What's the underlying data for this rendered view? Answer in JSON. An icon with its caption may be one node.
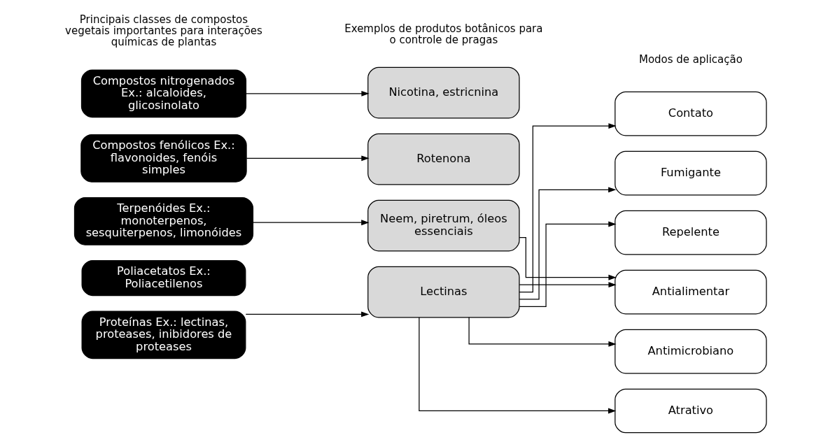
{
  "diagram": {
    "nodes": [
      {
        "text": [
          "Compostos nitrogenados Ex.: alcaloides, glicosinolato"
        ]
      },
      {
        "text": [
          "Compostos fenólicos Ex.: flavonoides, fenóis simples"
        ]
      },
      {
        "text": [
          "Terpenóides Ex.: monoterpenos, sesquiterpenos, limonóides"
        ]
      },
      {
        "text": [
          "Poliacetatos Ex.: Poliacetilenos"
        ]
      },
      {
        "text": [
          "Proteínas Ex.: lectinas, proteases, inibidores de proteases"
        ]
      },
      {
        "text": [
          "Nicotina, estricnina"
        ]
      },
      {
        "text": [
          "Rotenona"
        ]
      },
      {
        "text": [
          "Neem, piretrum, óleos essenciais"
        ]
      },
      {
        "text": [
          "Lectinas"
        ]
      },
      {
        "text": [
          "Contato"
        ]
      },
      {
        "text": [
          "Fumigante"
        ]
      },
      {
        "text": [
          "Repelente"
        ]
      },
      {
        "text": [
          "Antialimentar"
        ]
      },
      {
        "text": [
          "Antimicrobiano"
        ]
      },
      {
        "text": [
          "Atrativo"
        ]
      }
    ],
    "edges": [
      {
        "from": 0,
        "to": 5,
        "arrow": "to"
      },
      {
        "from": 1,
        "to": 6,
        "arrow": "to"
      },
      {
        "from": 2,
        "to": 7,
        "arrow": "to"
      },
      {
        "from": 4,
        "to": 8,
        "arrow": "to"
      },
      {
        "from": 7,
        "to": 12,
        "arrow": "to"
      },
      {
        "from": 8,
        "to": 9,
        "arrow": "to"
      },
      {
        "from": 8,
        "to": 10,
        "arrow": "to"
      },
      {
        "from": 8,
        "to": 11,
        "arrow": "to"
      },
      {
        "from": 8,
        "to": 12,
        "arrow": "to"
      },
      {
        "from": 8,
        "to": 13,
        "arrow": "to"
      },
      {
        "from": 8,
        "to": 14,
        "arrow": "to"
      }
    ],
    "labels": [
      "Principais classes de compostos vegetais importantes para interações químicas de plantas",
      "Modos de aplicação",
      "Exemplos de produtos botânicos para o controle de pragas"
    ]
  }
}
